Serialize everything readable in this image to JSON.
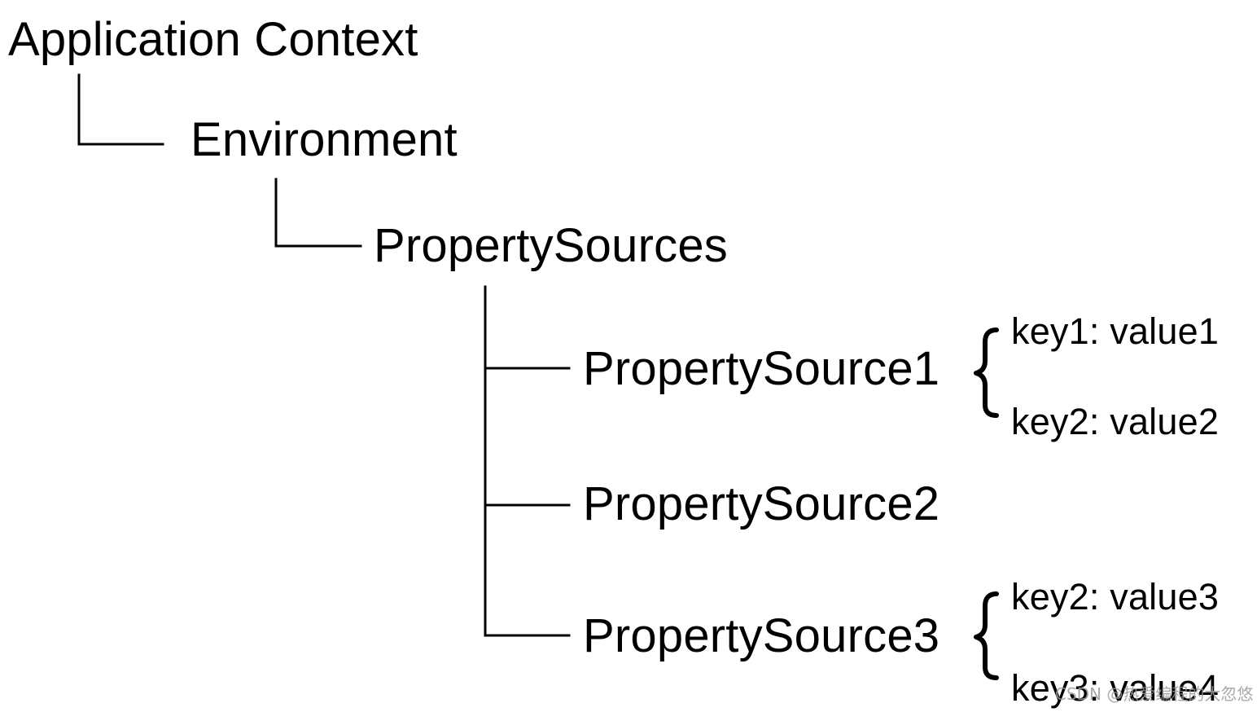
{
  "tree": {
    "root": "Application Context",
    "environment": "Environment",
    "property_sources": "PropertySources",
    "sources": [
      {
        "label": "PropertySource1",
        "entries": [
          "key1: value1",
          "key2: value2"
        ]
      },
      {
        "label": "PropertySource2",
        "entries": []
      },
      {
        "label": "PropertySource3",
        "entries": [
          "key2: value3",
          "key3: value4"
        ]
      }
    ]
  },
  "watermark": "CSDN @热爱编程的大忽悠"
}
